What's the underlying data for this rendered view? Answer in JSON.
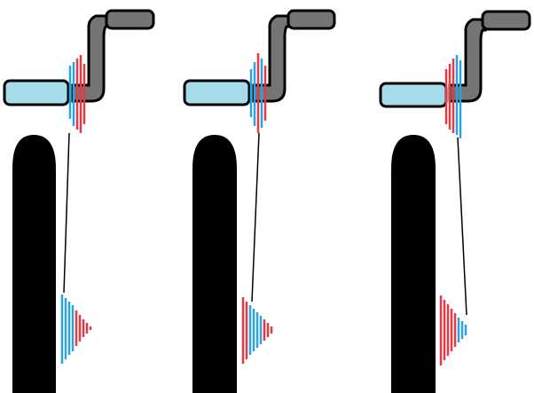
{
  "colors": {
    "background": "#ffffff",
    "light_blue_fill": "#a6dcea",
    "dark_gray_fill": "#757575",
    "outline": "#000000",
    "red_lines": "#e23b46",
    "blue_lines": "#2aa3df",
    "bar": "#000000"
  },
  "panels": [
    {
      "id": "panel-1",
      "blue_pattern_order": "left-side"
    },
    {
      "id": "panel-2",
      "blue_pattern_order": "mixed"
    },
    {
      "id": "panel-3",
      "blue_pattern_order": "right-side"
    }
  ]
}
